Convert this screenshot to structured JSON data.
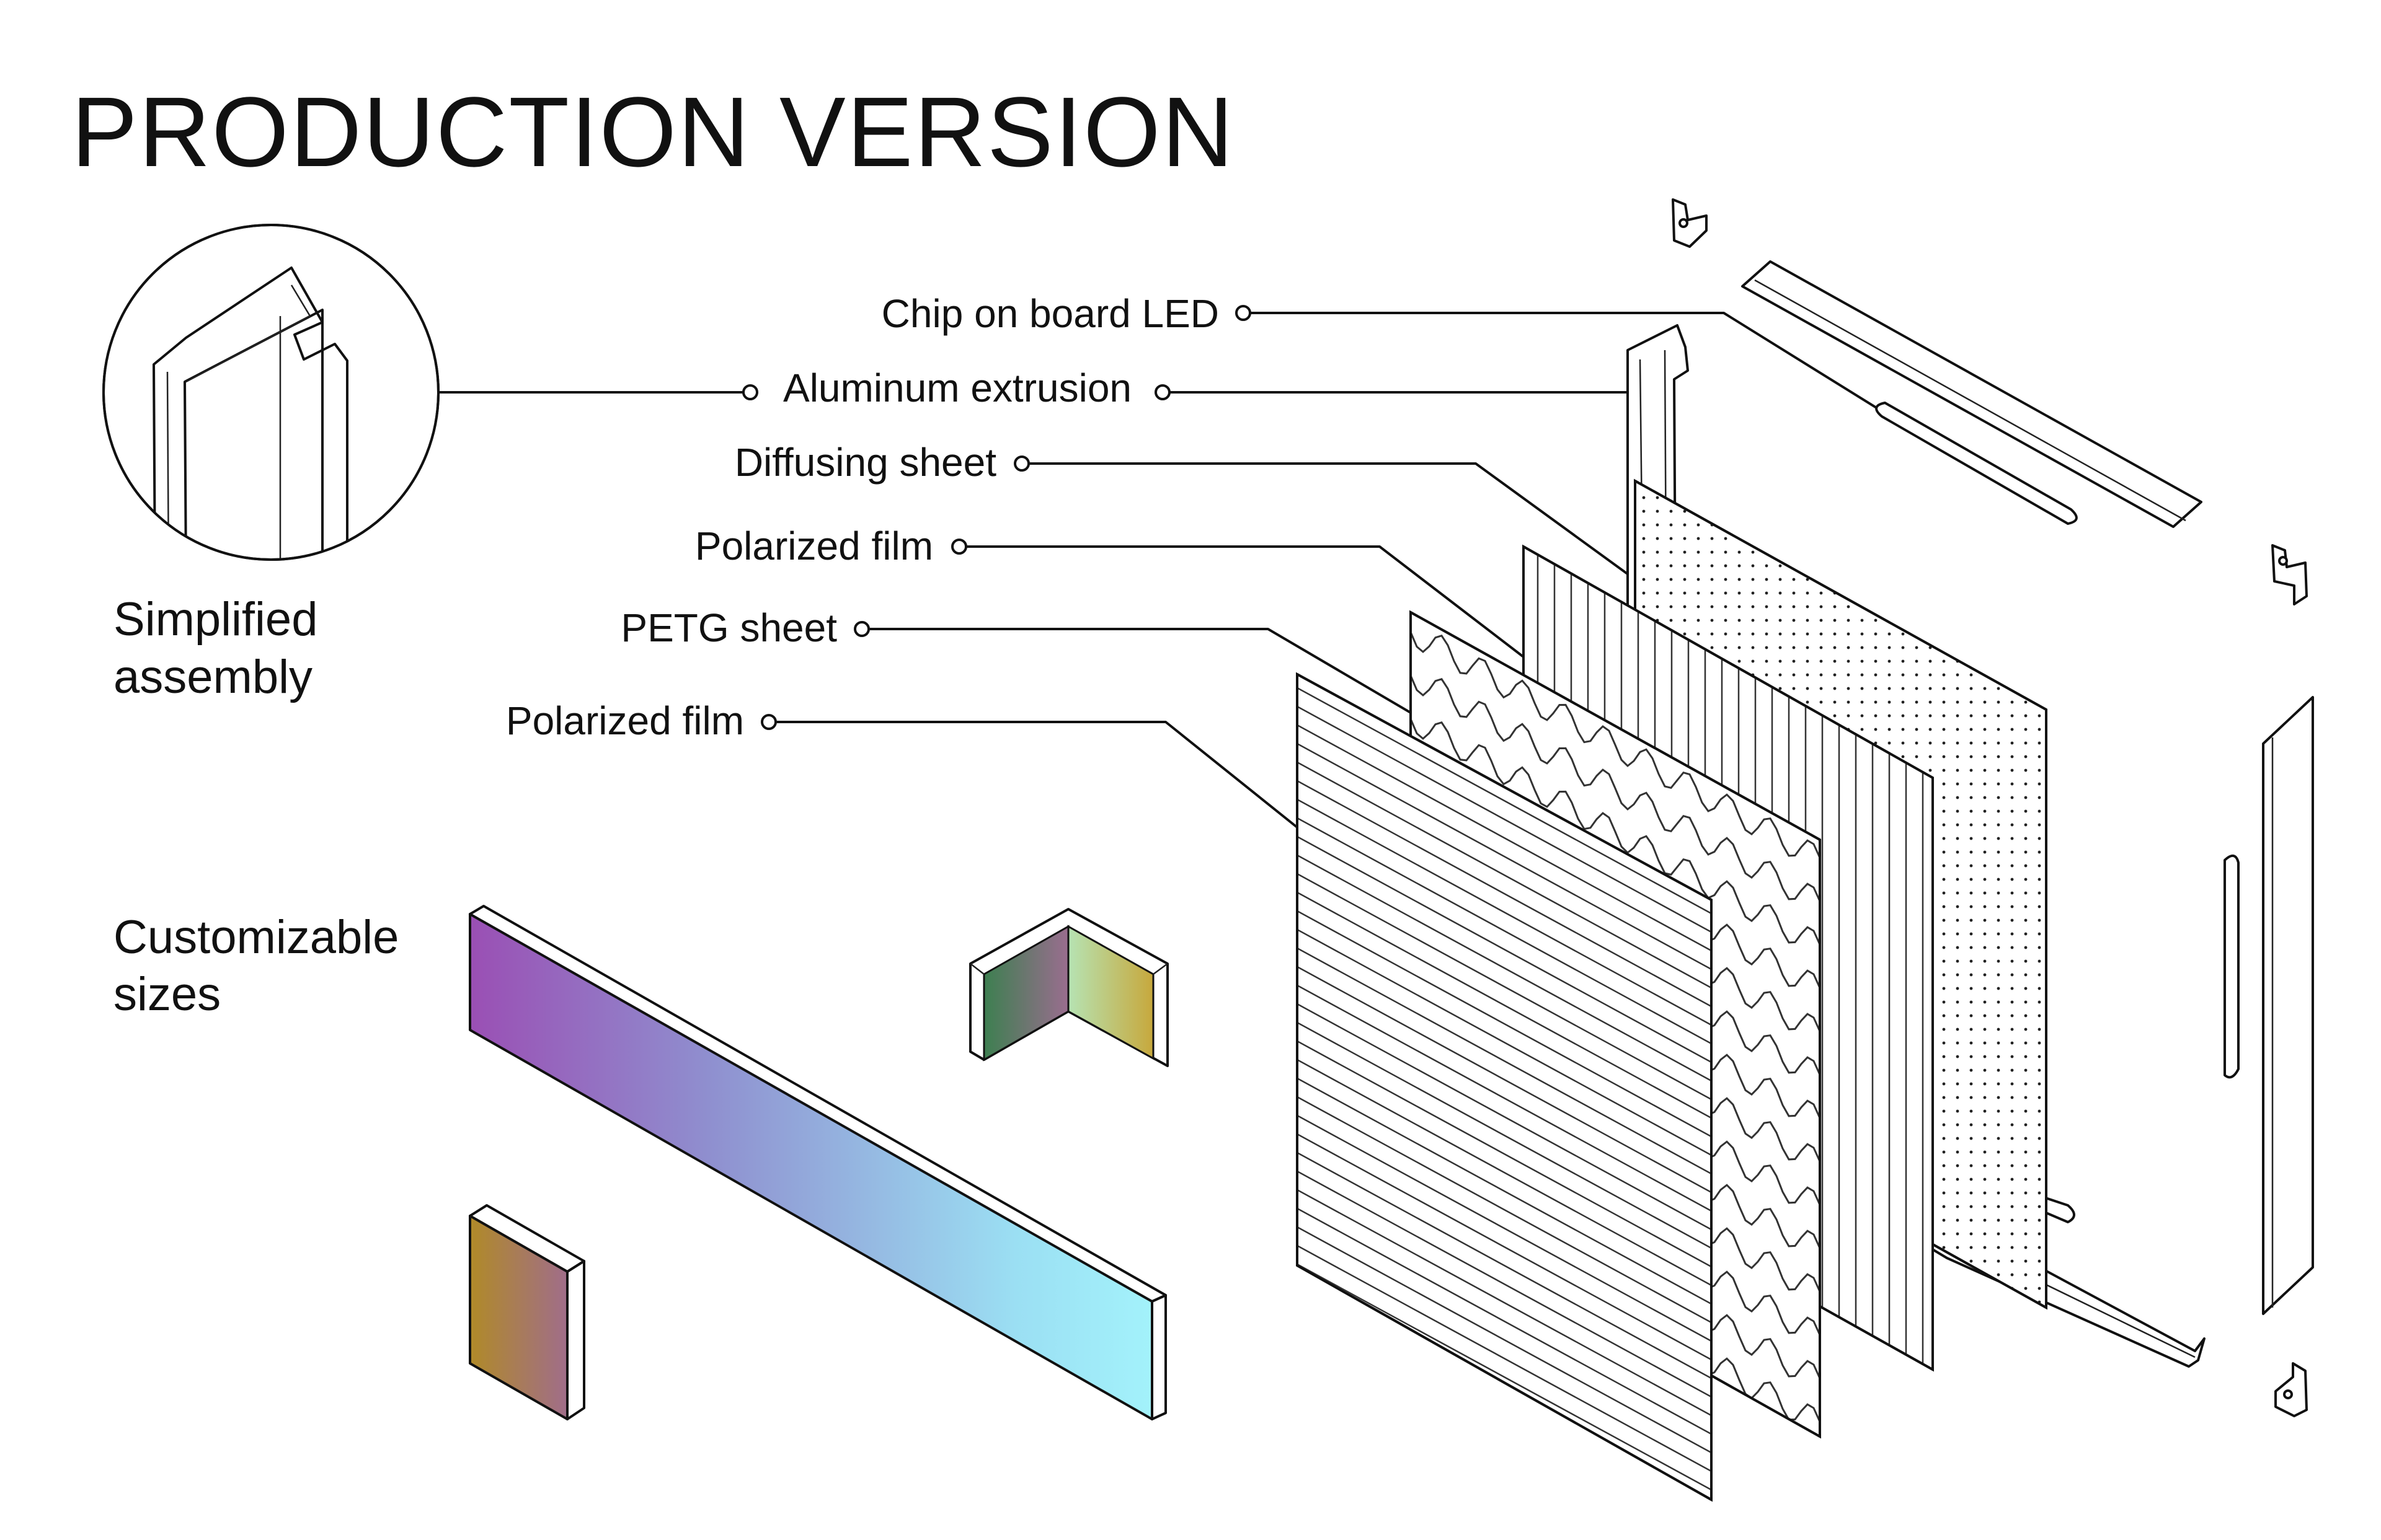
{
  "title": "PRODUCTION VERSION",
  "callouts": {
    "chip_led": "Chip on board LED",
    "aluminum": "Aluminum extrusion",
    "diffusing": "Diffusing sheet",
    "polarized_back": "Polarized film",
    "petg": "PETG sheet",
    "polarized_front": "Polarized film"
  },
  "side_labels": {
    "simplified_line1": "Simplified",
    "simplified_line2": "assembly",
    "custom_line1": "Customizable",
    "custom_line2": "sizes"
  },
  "colors": {
    "ink": "#111111",
    "bar_gradient": [
      "#9a4fb4",
      "#8f8fcf",
      "#9bdff3",
      "#a3f2fb"
    ],
    "corner_left_gradient": [
      "#3d7f50",
      "#9a6d8f"
    ],
    "corner_right_gradient": [
      "#b6e3b3",
      "#c7a83c"
    ],
    "tile_gradient": [
      "#b08a28",
      "#a06d8a"
    ]
  }
}
